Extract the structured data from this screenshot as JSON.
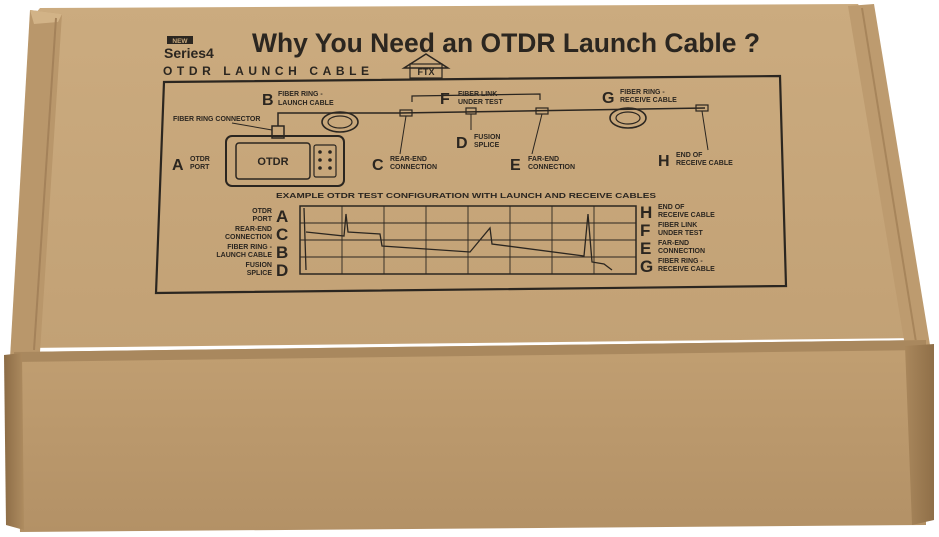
{
  "box": {
    "badge_new": "NEW",
    "series": "Series4",
    "headline": "Why You Need an OTDR Launch Cable ?",
    "subtitle": "OTDR LAUNCH CABLE",
    "logo_text": "FTX"
  },
  "diagram": {
    "otdr_label": "OTDR",
    "fiber_ring_connector": "FIBER RING CONNECTOR",
    "labels": [
      {
        "letter": "A",
        "line1": "OTDR",
        "line2": "PORT"
      },
      {
        "letter": "B",
        "line1": "FIBER RING -",
        "line2": "LAUNCH CABLE"
      },
      {
        "letter": "C",
        "line1": "REAR-END",
        "line2": "CONNECTION"
      },
      {
        "letter": "D",
        "line1": "FUSION",
        "line2": "SPLICE"
      },
      {
        "letter": "E",
        "line1": "FAR-END",
        "line2": "CONNECTION"
      },
      {
        "letter": "F",
        "line1": "FIBER LINK",
        "line2": "UNDER TEST"
      },
      {
        "letter": "G",
        "line1": "FIBER RING -",
        "line2": "RECEIVE CABLE"
      },
      {
        "letter": "H",
        "line1": "END OF",
        "line2": "RECEIVE CABLE"
      }
    ],
    "example_caption": "EXAMPLE OTDR TEST CONFIGURATION WITH LAUNCH AND RECEIVE CABLES",
    "trace_left": [
      {
        "letter": "A",
        "line1": "OTDR",
        "line2": "PORT"
      },
      {
        "letter": "C",
        "line1": "REAR-END",
        "line2": "CONNECTION"
      },
      {
        "letter": "B",
        "line1": "FIBER RING -",
        "line2": "LAUNCH CABLE"
      },
      {
        "letter": "D",
        "line1": "FUSION",
        "line2": "SPLICE"
      }
    ],
    "trace_right": [
      {
        "letter": "H",
        "line1": "END OF",
        "line2": "RECEIVE CABLE"
      },
      {
        "letter": "F",
        "line1": "FIBER LINK",
        "line2": "UNDER TEST"
      },
      {
        "letter": "E",
        "line1": "FAR-END",
        "line2": "CONNECTION"
      },
      {
        "letter": "G",
        "line1": "FIBER RING -",
        "line2": "RECEIVE CABLE"
      }
    ]
  },
  "colors": {
    "cardboard_light": "#c9a97c",
    "cardboard_mid": "#b8966a",
    "cardboard_dark": "#9c7a52",
    "ink": "#2b2620"
  }
}
